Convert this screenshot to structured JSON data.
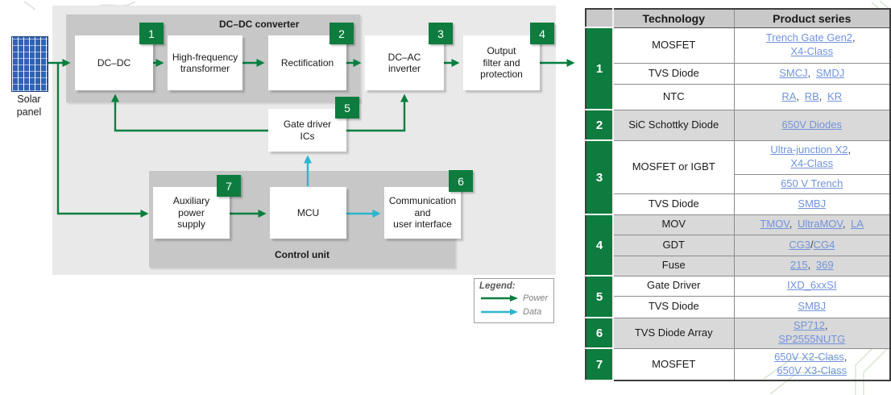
{
  "colors": {
    "green": "#0d7c3e",
    "cyan": "#2bb5cf",
    "link_blue": "#7193db",
    "group_gray": "#c7c7c7",
    "outer_gray": "#e9e9e9",
    "row_gray": "#d9d9d9"
  },
  "seps": {
    "comma": ",",
    "slash": "/"
  },
  "diagram": {
    "solar_panel_label": "Solar panel",
    "groups": {
      "converter": "DC–DC converter",
      "control": "Control unit"
    },
    "boxes": {
      "dcdc": {
        "label": "DC–DC",
        "badge": "1"
      },
      "hf": {
        "label": "High-frequency\ntransformer"
      },
      "rect": {
        "label": "Rectification",
        "badge": "2"
      },
      "dcac": {
        "label": "DC–AC\ninverter",
        "badge": "3"
      },
      "out": {
        "label": "Output\nfilter and\nprotection",
        "badge": "4"
      },
      "gate": {
        "label": "Gate driver\nICs",
        "badge": "5"
      },
      "aux": {
        "label": "Auxiliary\npower\nsupply",
        "badge": "7"
      },
      "mcu": {
        "label": "MCU"
      },
      "comm": {
        "label": "Communication\nand\nuser interface",
        "badge": "6"
      }
    },
    "legend": {
      "title": "Legend:",
      "items": [
        {
          "label": "Power",
          "color": "#0d7c3e"
        },
        {
          "label": "Data",
          "color": "#2bb5cf"
        }
      ]
    }
  },
  "table": {
    "headers": {
      "technology": "Technology",
      "product_series": "Product series"
    },
    "groups": [
      {
        "num": "1",
        "rows": [
          {
            "tech": "MOSFET",
            "links": [
              "Trench Gate Gen2",
              "X4-Class"
            ]
          },
          {
            "tech": "TVS Diode",
            "links": [
              "SMCJ",
              "SMDJ"
            ]
          },
          {
            "tech": "NTC",
            "links": [
              "RA",
              "RB",
              "KR"
            ]
          }
        ]
      },
      {
        "num": "2",
        "rows": [
          {
            "tech": "SiC Schottky Diode",
            "links": [
              "650V Diodes"
            ]
          }
        ]
      },
      {
        "num": "3",
        "rows": [
          {
            "tech": "MOSFET or IGBT",
            "links": [
              "Ultra-junction X2",
              "X4-Class"
            ]
          },
          {
            "links": [
              "650 V Trench"
            ]
          },
          {
            "tech": "TVS Diode",
            "links": [
              "SMBJ"
            ]
          }
        ]
      },
      {
        "num": "4",
        "rows": [
          {
            "tech": "MOV",
            "links": [
              "TMOV",
              "UltraMOV",
              "LA"
            ]
          },
          {
            "tech": "GDT",
            "links": [
              "CG3",
              "CG4"
            ]
          },
          {
            "tech": "Fuse",
            "links": [
              "215",
              "369"
            ]
          }
        ]
      },
      {
        "num": "5",
        "rows": [
          {
            "tech": "Gate Driver",
            "links": [
              "IXD_6xxSI"
            ]
          },
          {
            "tech": "TVS Diode",
            "links": [
              "SMBJ"
            ]
          }
        ]
      },
      {
        "num": "6",
        "rows": [
          {
            "tech": "TVS Diode Array",
            "links": [
              "SP712",
              "SP2555NUTG"
            ]
          }
        ]
      },
      {
        "num": "7",
        "rows": [
          {
            "tech": "MOSFET",
            "links": [
              "650V X2-Class",
              "650V X3-Class"
            ]
          }
        ]
      }
    ]
  }
}
